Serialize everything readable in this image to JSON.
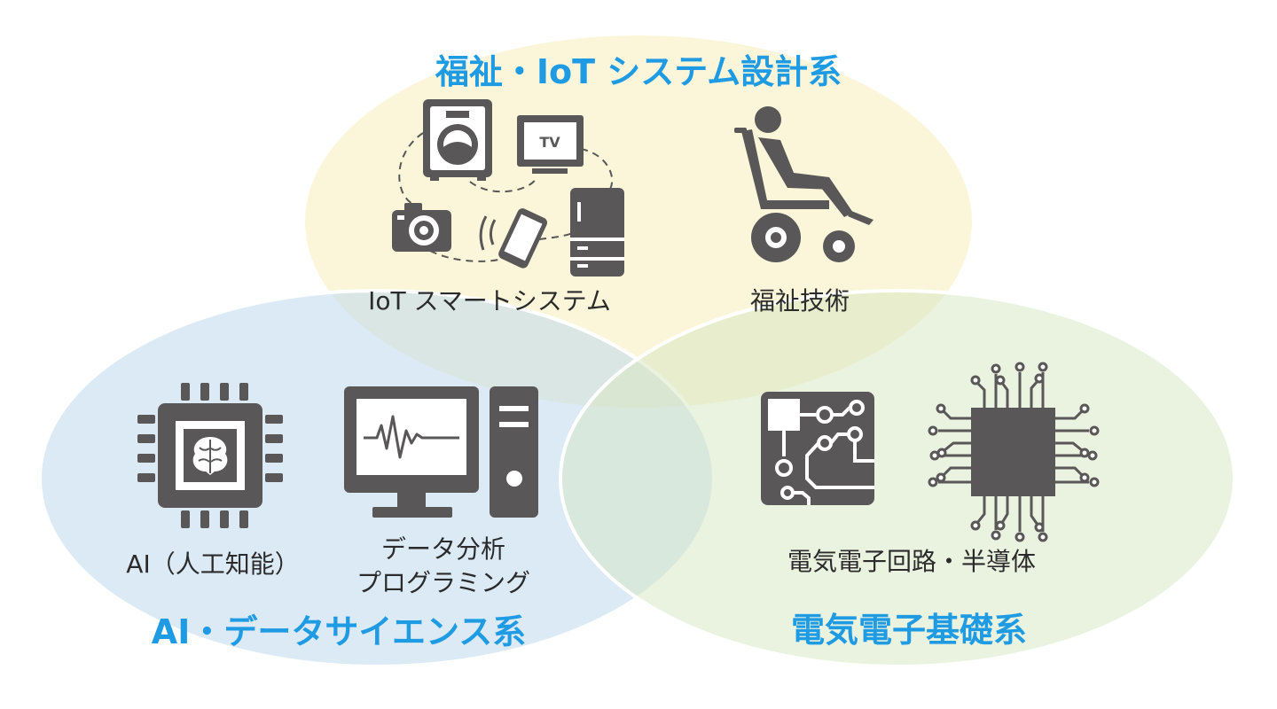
{
  "colors": {
    "title": "#1e9be3",
    "icon": "#595757",
    "circle_top": "#fdf6d6",
    "circle_left": "#dbeaf6",
    "circle_right": "#e9f0dd"
  },
  "circles": {
    "top": {
      "title": "福祉・IoT システム設計系",
      "items": [
        "IoT スマートシステム",
        "福祉技術"
      ]
    },
    "left": {
      "title": "AI・データサイエンス系",
      "items": [
        "AI（人工知能）",
        "データ分析",
        "プログラミング"
      ]
    },
    "right": {
      "title": "電気電子基礎系",
      "items": [
        "電気電子回路・半導体"
      ]
    }
  },
  "icons": {
    "top": [
      "washing-machine-icon",
      "tv-icon",
      "camera-icon",
      "smartphone-icon",
      "refrigerator-icon",
      "wheelchair-icon"
    ],
    "left": [
      "ai-chip-icon",
      "desktop-computer-icon"
    ],
    "right": [
      "circuit-board-icon",
      "microchip-icon"
    ]
  }
}
